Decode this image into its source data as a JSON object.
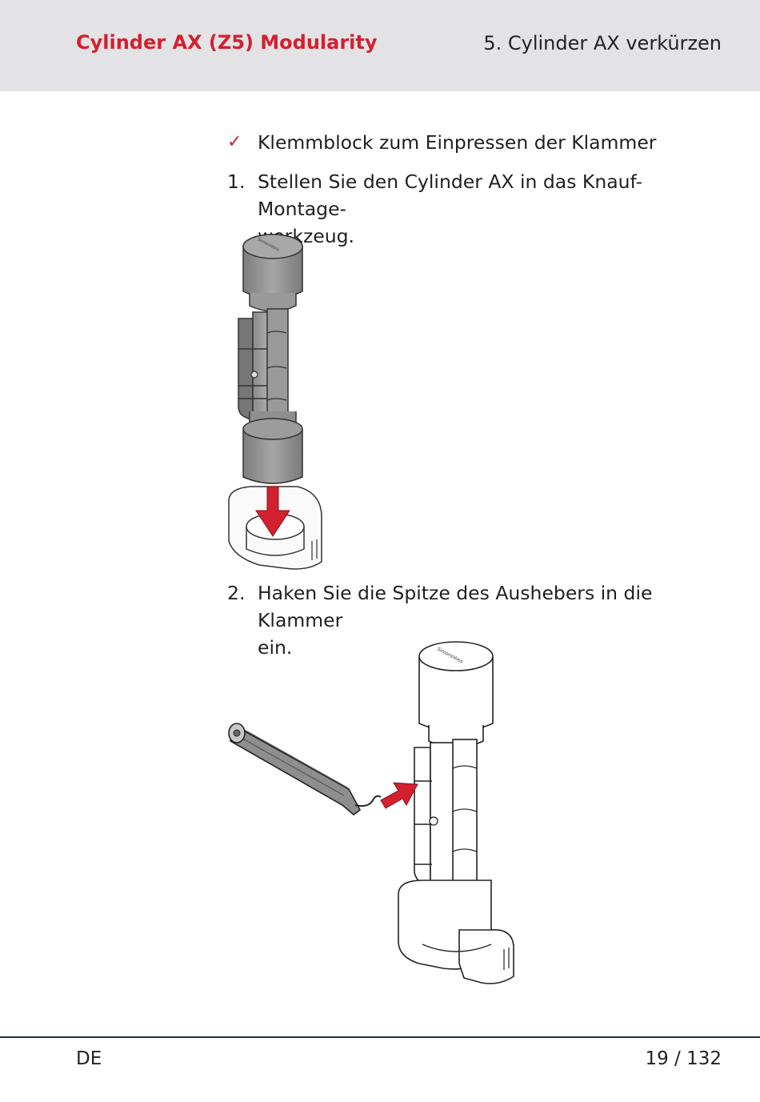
{
  "header": {
    "document_title": "Cylinder AX (Z5) Modularity",
    "section_title": "5. Cylinder AX verkürzen"
  },
  "content": {
    "prerequisite": {
      "marker": "✓",
      "text": "Klemmblock zum Einpressen der Klammer"
    },
    "steps": [
      {
        "number": "1.",
        "line1": "Stellen Sie den Cylinder AX in das Knauf-Montage-",
        "line2": "werkzeug."
      },
      {
        "number": "2.",
        "line1": "Haken Sie die Spitze des Aushebers in die Klammer",
        "line2": "ein."
      }
    ],
    "figures": [
      {
        "brand_text": "SimonsVoss",
        "arrow_color": "#d3202f"
      },
      {
        "brand_text": "SimonsVoss",
        "arrow_color": "#d3202f"
      }
    ]
  },
  "footer": {
    "language": "DE",
    "page": "19 / 132"
  }
}
